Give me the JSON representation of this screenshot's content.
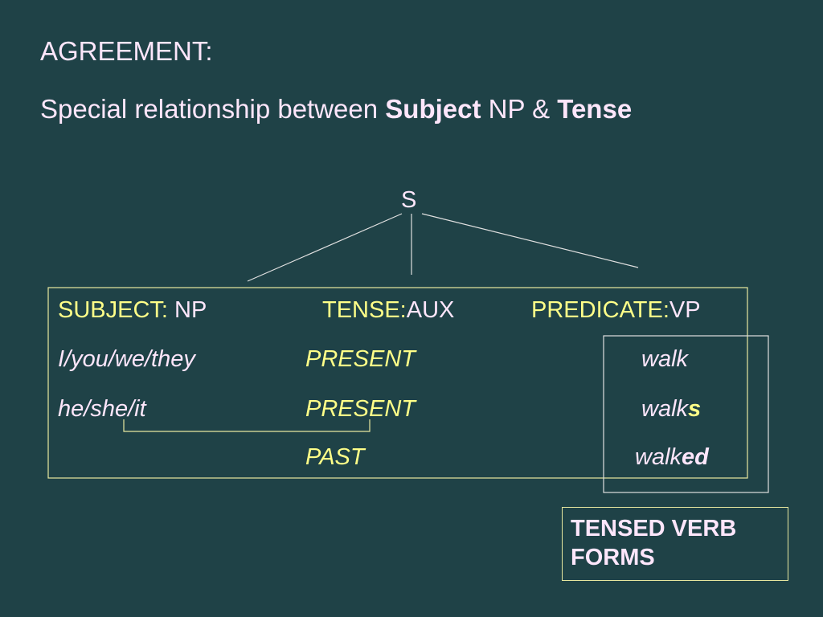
{
  "header": {
    "title": "AGREEMENT:",
    "subtitle_pre": "Special relationship between ",
    "subtitle_bold1": "Subject",
    "subtitle_mid": " NP & ",
    "subtitle_bold2": "Tense"
  },
  "tree": {
    "root_label": "S"
  },
  "table": {
    "headers": {
      "subject_label": "SUBJECT:",
      "subject_value": " NP",
      "tense_label": "TENSE:",
      "tense_value": "AUX",
      "predicate_label": "PREDICATE:",
      "predicate_value": "VP"
    },
    "rows": [
      {
        "subject": "I/you/we/they",
        "tense": "PRESENT",
        "verb_stem": "walk",
        "verb_suffix": ""
      },
      {
        "subject": "he/she/it",
        "tense": "PRESENT",
        "verb_stem": "walk",
        "verb_suffix": "s"
      },
      {
        "subject": "",
        "tense": "PAST",
        "verb_stem": "walk",
        "verb_suffix": "ed"
      }
    ]
  },
  "callout": {
    "line1": "TENSED VERB",
    "line2": "FORMS"
  },
  "colors": {
    "background": "#1f4247",
    "text_pink": "#fde6fb",
    "text_yellow": "#ffff88",
    "border": "#e8e8a0"
  }
}
